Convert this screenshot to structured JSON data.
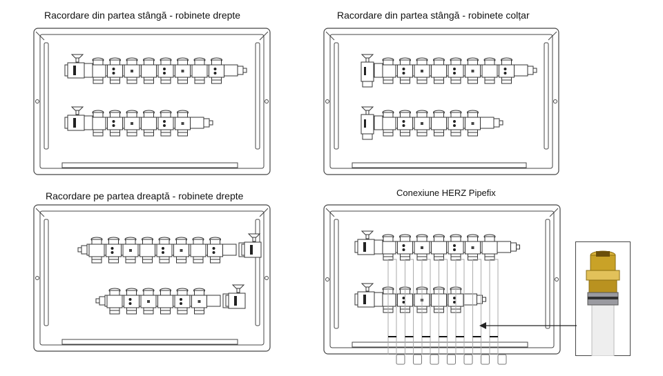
{
  "panels": [
    {
      "caption": "Racordare din partea stângă - robinete drepte",
      "valve_side": "left",
      "valve_style": "straight",
      "top_outlets": 8,
      "bottom_outlets": 6
    },
    {
      "caption": "Racordare din partea stângă - robinete colțar",
      "valve_side": "left",
      "valve_style": "angle",
      "top_outlets": 8,
      "bottom_outlets": 6
    },
    {
      "caption": "Racordare pe partea dreaptă - robinete drepte",
      "valve_side": "right",
      "valve_style": "straight",
      "top_outlets": 8,
      "bottom_outlets": 6
    },
    {
      "caption": "Conexiune HERZ Pipefix",
      "valve_side": "left",
      "valve_style": "pipefix",
      "top_outlets": 7,
      "bottom_outlets": 5
    }
  ],
  "colors": {
    "line": "#333333",
    "frame": "#444444",
    "fitting_brass": "#c9a227",
    "pipe_white": "#e8e8e8"
  }
}
